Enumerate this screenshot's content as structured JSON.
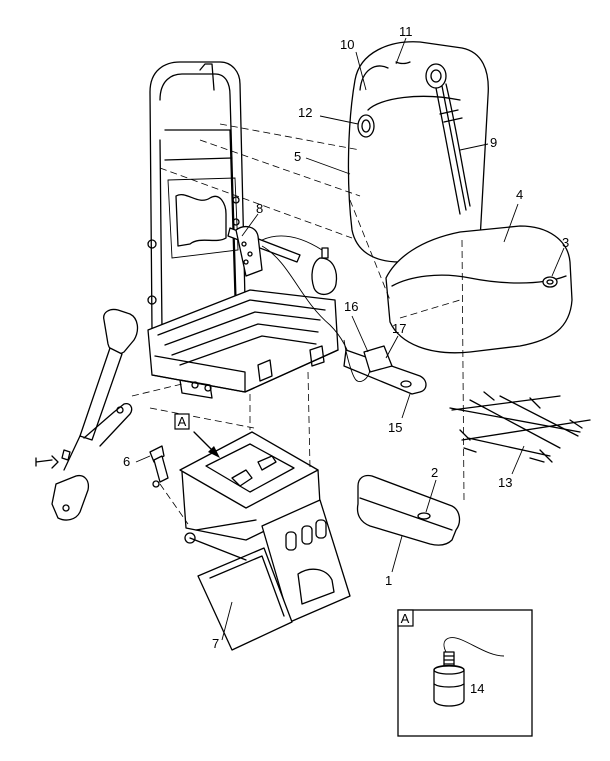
{
  "callouts": [
    {
      "num": "1"
    },
    {
      "num": "2"
    },
    {
      "num": "3"
    },
    {
      "num": "4"
    },
    {
      "num": "5"
    },
    {
      "num": "6"
    },
    {
      "num": "7"
    },
    {
      "num": "8"
    },
    {
      "num": "9"
    },
    {
      "num": "10"
    },
    {
      "num": "11"
    },
    {
      "num": "12"
    },
    {
      "num": "13"
    },
    {
      "num": "14"
    },
    {
      "num": "15"
    },
    {
      "num": "16"
    },
    {
      "num": "17"
    }
  ],
  "view_marker": "A",
  "detail_inset": {
    "label": "A",
    "callout": "14"
  }
}
